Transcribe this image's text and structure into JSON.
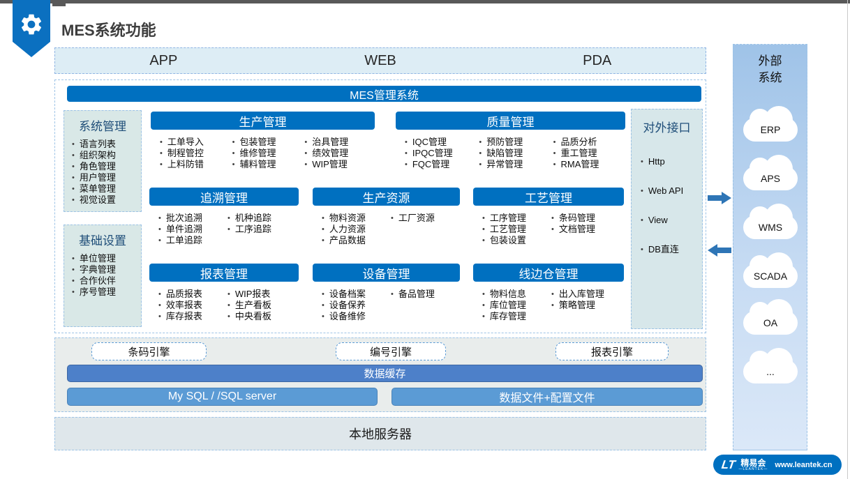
{
  "page": {
    "title": "MES系统功能"
  },
  "channels": [
    "APP",
    "WEB",
    "PDA"
  ],
  "mes_bar": "MES管理系统",
  "left_boxes": [
    {
      "title": "系统管理",
      "items": [
        "语言列表",
        "组织架构",
        "角色管理",
        "用户管理",
        "菜单管理",
        "视觉设置"
      ]
    },
    {
      "title": "基础设置",
      "items": [
        "单位管理",
        "字典管理",
        "合作伙伴",
        "序号管理"
      ]
    }
  ],
  "sections": {
    "production": {
      "title": "生产管理",
      "columns": [
        [
          "工单导入",
          "制程管控",
          "上料防错"
        ],
        [
          "包装管理",
          "维修管理",
          "辅料管理"
        ],
        [
          "治具管理",
          "绩效管理",
          "WIP管理"
        ]
      ]
    },
    "quality": {
      "title": "质量管理",
      "columns": [
        [
          "IQC管理",
          "IPQC管理",
          "FQC管理"
        ],
        [
          "预防管理",
          "缺陷管理",
          "异常管理"
        ],
        [
          "品质分析",
          "重工管理",
          "RMA管理"
        ]
      ]
    },
    "trace": {
      "title": "追溯管理",
      "columns": [
        [
          "批次追溯",
          "单件追溯",
          "工单追踪"
        ],
        [
          "机种追踪",
          "工序追踪"
        ]
      ]
    },
    "resource": {
      "title": "生产资源",
      "columns": [
        [
          "物料资源",
          "人力资源",
          "产品数据"
        ],
        [
          "工厂资源"
        ]
      ]
    },
    "process": {
      "title": "工艺管理",
      "columns": [
        [
          "工序管理",
          "工艺管理",
          "包装设置"
        ],
        [
          "条码管理",
          "文档管理"
        ]
      ]
    },
    "report": {
      "title": "报表管理",
      "columns": [
        [
          "品质报表",
          "效率报表",
          "库存报表"
        ],
        [
          "WIP报表",
          "生产看板",
          "中央看板"
        ]
      ]
    },
    "equipment": {
      "title": "设备管理",
      "columns": [
        [
          "设备档案",
          "设备保养",
          "设备维修"
        ],
        [
          "备品管理"
        ]
      ]
    },
    "warehouse": {
      "title": "线边仓管理",
      "columns": [
        [
          "物料信息",
          "库位管理",
          "库存管理"
        ],
        [
          "出入库管理",
          "策略管理"
        ]
      ]
    }
  },
  "api_box": {
    "title": "对外接口",
    "items": [
      "Http",
      "Web API",
      "View",
      "DB直连"
    ]
  },
  "engines": {
    "buttons": [
      "条码引擎",
      "编号引擎",
      "报表引擎"
    ],
    "cache": "数据缓存",
    "stores": [
      "My SQL / /SQL server",
      "数据文件+配置文件"
    ]
  },
  "local_server": "本地服务器",
  "external": {
    "lines": [
      "外部",
      "系统"
    ],
    "clouds": [
      "ERP",
      "APS",
      "WMS",
      "SCADA",
      "OA",
      "..."
    ]
  },
  "logo": {
    "mark": "LT",
    "brand": "精易会",
    "sub": "—LEANTEK—",
    "url": "www.leantek.cn"
  },
  "icons": {
    "bullet": "•",
    "gear": "gear-icon",
    "arrow_right": "arrow-right-icon",
    "arrow_left": "arrow-left-icon",
    "cloud": "cloud-shape"
  },
  "colors": {
    "primary_blue": "#0070C0",
    "cache_blue": "#4D80C9",
    "store_blue": "#5B9BD5",
    "arrow_blue": "#2E75B6",
    "panel_green": "#D9E8E7",
    "channel_blue": "#DDEDF5",
    "external_gradient_top": "#9FC3E8",
    "external_gradient_bottom": "#DBE8F8",
    "topbar_gray": "#595959"
  }
}
